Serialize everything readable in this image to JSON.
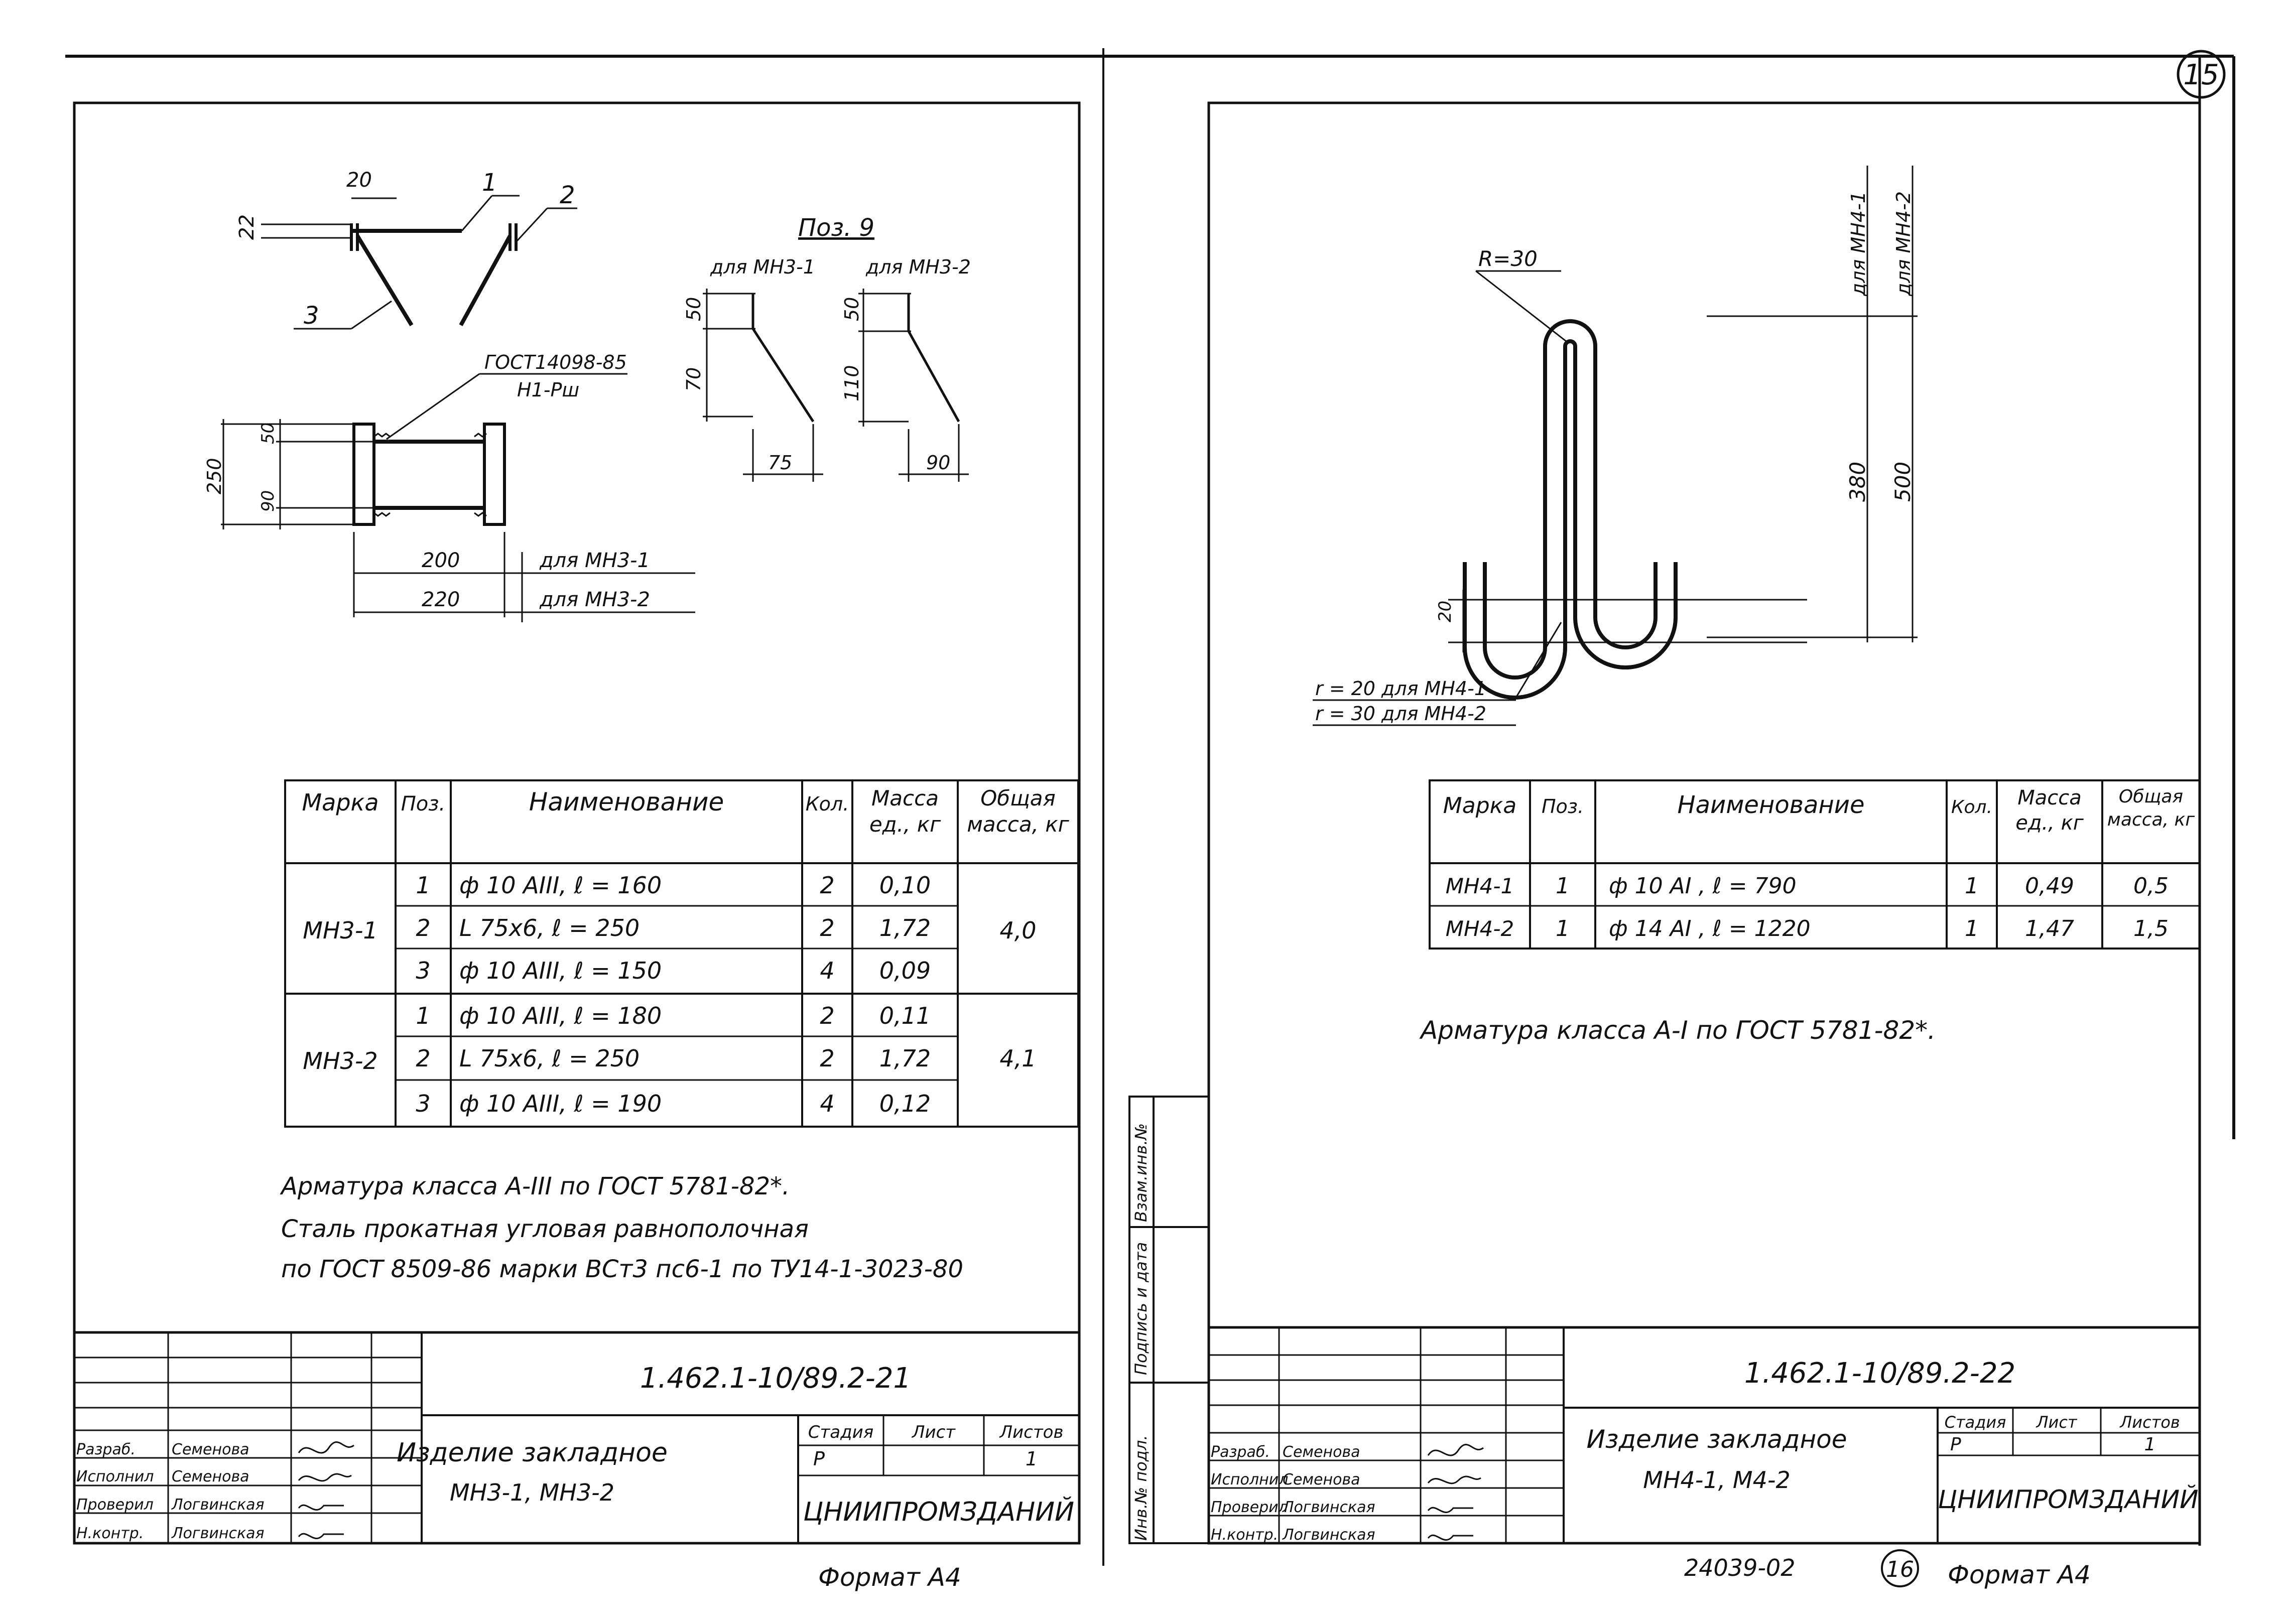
{
  "top_right_badge": "15",
  "left": {
    "sketch_section": {
      "dim_20": "20",
      "dim_22": "22",
      "pos_1": "1",
      "pos_2": "2",
      "pos_3": "3"
    },
    "pos9": {
      "title": "Поз. 9",
      "for_a": "для МН3-1",
      "for_b": "для МН3-2",
      "a_top": "50",
      "a_mid": "70",
      "a_bot": "75",
      "b_top": "50",
      "b_mid": "110",
      "b_bot": "90"
    },
    "plan": {
      "weld_std": "ГОСТ14098-85",
      "weld_type": "Н1-Рш",
      "dim_250": "250",
      "dim_50": "50",
      "dim_90": "90",
      "dim_200": "200",
      "dim_220": "220",
      "for_a": "для МН3-1",
      "for_b": "для МН3-2"
    },
    "table": {
      "headers": [
        "Марка",
        "Поз.",
        "Наименование",
        "Кол.",
        "Масса ед., кг",
        "Общая масса, кг"
      ],
      "groups": [
        {
          "mark": "МН3-1",
          "total": "4,0",
          "rows": [
            {
              "pos": "1",
              "name": "ф 10 АIII,   ℓ = 160",
              "qty": "2",
              "mass": "0,10"
            },
            {
              "pos": "2",
              "name": "L 75х6,   ℓ = 250",
              "qty": "2",
              "mass": "1,72"
            },
            {
              "pos": "3",
              "name": "ф 10 АIII,   ℓ = 150",
              "qty": "4",
              "mass": "0,09"
            }
          ]
        },
        {
          "mark": "МН3-2",
          "total": "4,1",
          "rows": [
            {
              "pos": "1",
              "name": "ф 10 АIII,   ℓ = 180",
              "qty": "2",
              "mass": "0,11"
            },
            {
              "pos": "2",
              "name": "L 75х6,   ℓ = 250",
              "qty": "2",
              "mass": "1,72"
            },
            {
              "pos": "3",
              "name": "ф 10 АIII,   ℓ = 190",
              "qty": "4",
              "mass": "0,12"
            }
          ]
        }
      ]
    },
    "notes": [
      "Арматура класса А-III  по ГОСТ 5781-82*.",
      "Сталь прокатная угловая равнополочная",
      "по ГОСТ 8509-86 марки ВСт3 пс6-1 по ТУ14-1-3023-80"
    ],
    "stamp": {
      "code": "1.462.1-10/89.2-21",
      "title_1": "Изделие  закладное",
      "title_2": "МН3-1, МН3-2",
      "stage_h": "Стадия",
      "sheet_h": "Лист",
      "sheets_h": "Листов",
      "stage": "Р",
      "sheets": "1",
      "org": "ЦНИИПРОМЗДАНИЙ",
      "roles": [
        "Разраб.",
        "Исполнил",
        "Проверил",
        "Н.контр."
      ],
      "names": [
        "Семенова",
        "Семенова",
        "Логвинская",
        "Логвинская"
      ]
    },
    "format": "Формат  А4"
  },
  "side_stamp": {
    "c1": "Взам.инв.№",
    "c2": "Подпись и дата",
    "c3": "Инв.№ подл."
  },
  "right": {
    "drawing": {
      "radius": "R=30",
      "for_a": "для МН4-1",
      "for_b": "для МН4-2",
      "dim_380": "380",
      "dim_500": "500",
      "dim_20": "20",
      "r_a": "r = 20  для МН4-1",
      "r_b": "r = 30  для МН4-2"
    },
    "table": {
      "headers": [
        "Марка",
        "Поз.",
        "Наименование",
        "Кол.",
        "Масса ед., кг",
        "Общая масса, кг"
      ],
      "rows": [
        {
          "mark": "МН4-1",
          "pos": "1",
          "name": "ф 10 АI ,     ℓ = 790",
          "qty": "1",
          "mass": "0,49",
          "total": "0,5"
        },
        {
          "mark": "МН4-2",
          "pos": "1",
          "name": "ф 14 АI ,   ℓ = 1220",
          "qty": "1",
          "mass": "1,47",
          "total": "1,5"
        }
      ]
    },
    "note": "Арматура класса А-I  по ГОСТ 5781-82*.",
    "stamp": {
      "code": "1.462.1-10/89.2-22",
      "title_1": "Изделие  закладное",
      "title_2": "МН4-1, М4-2",
      "stage_h": "Стадия",
      "sheet_h": "Лист",
      "sheets_h": "Листов",
      "stage": "Р",
      "sheets": "1",
      "org": "ЦНИИПРОМЗДАНИЙ",
      "roles": [
        "Разраб.",
        "Исполнил",
        "Проверил",
        "Н.контр."
      ],
      "names": [
        "Семенова",
        "Семенова",
        "Логвинская",
        "Логвинская"
      ]
    },
    "bottom_number": "24039-02",
    "page_circle": "16",
    "format": "Формат  А4"
  }
}
